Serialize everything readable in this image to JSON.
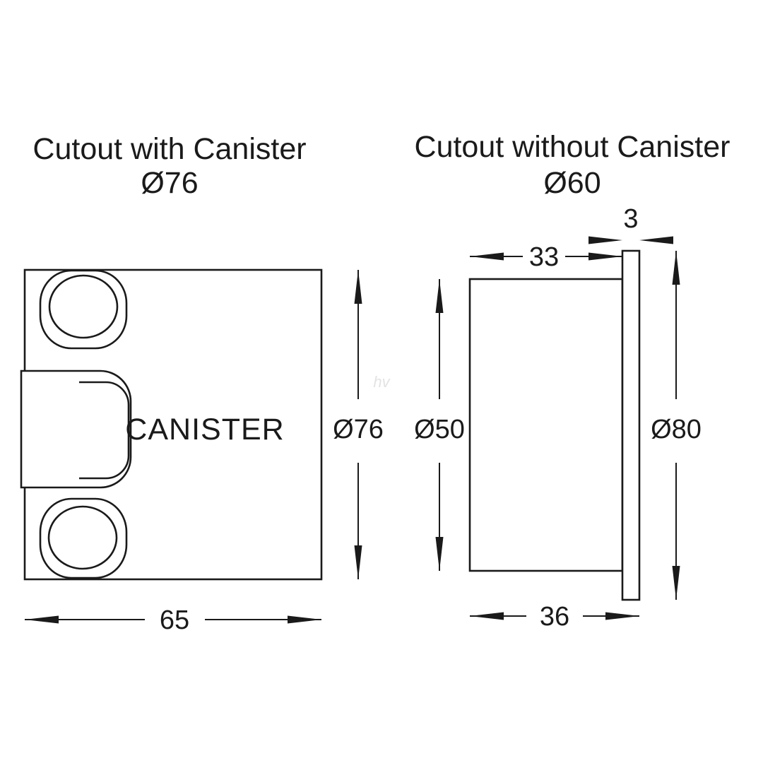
{
  "page": {
    "background": "#ffffff",
    "line_color": "#1a1a1a"
  },
  "watermark": "hv",
  "left_view": {
    "title": "Cutout with Canister",
    "subtitle": "Ø76",
    "body_label": "CANISTER",
    "dims": {
      "width": "65",
      "height": "Ø76"
    }
  },
  "right_view": {
    "title": "Cutout without Canister",
    "subtitle": "Ø60",
    "dims": {
      "flange_thickness": "3",
      "body_depth": "33",
      "body_diameter": "Ø50",
      "flange_diameter": "Ø80",
      "overall_depth": "36"
    }
  }
}
